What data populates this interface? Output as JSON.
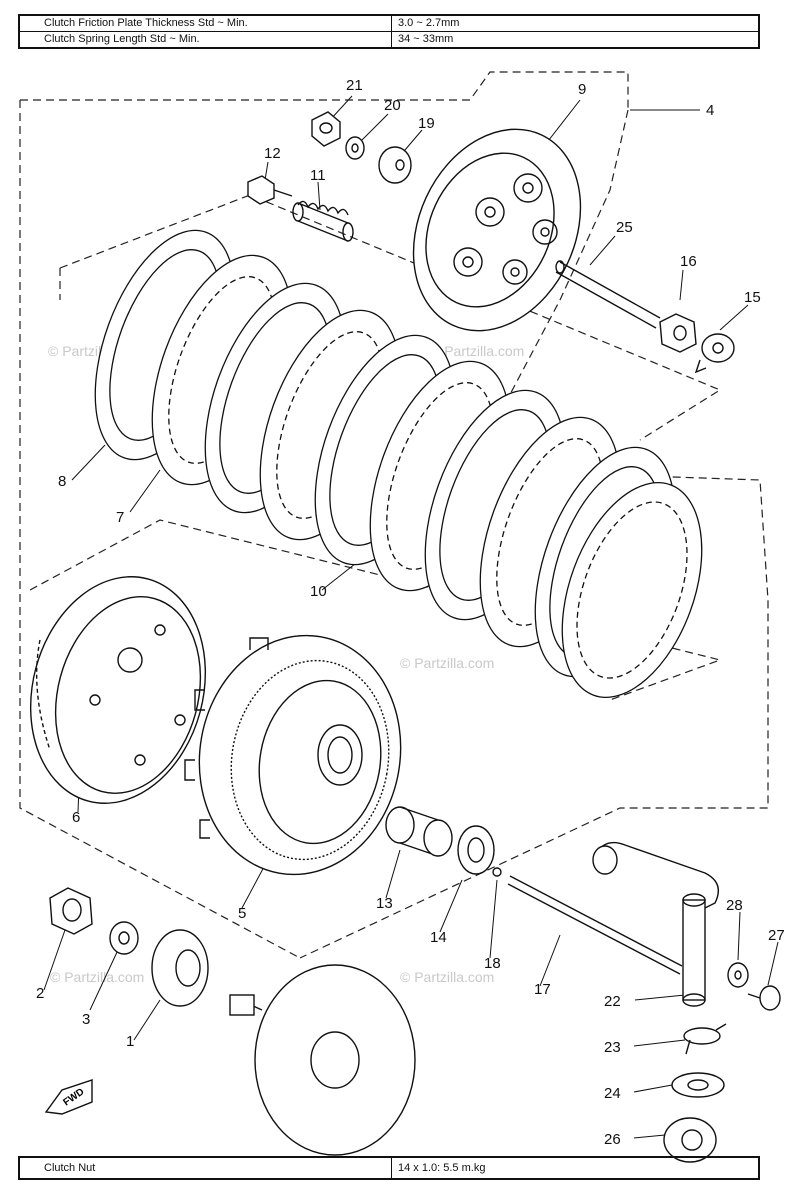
{
  "specs_top": [
    {
      "label": "Clutch Friction Plate Thickness Std ~ Min.",
      "value": "3.0 ~ 2.7mm"
    },
    {
      "label": "Clutch Spring Length Std ~ Min.",
      "value": "34 ~ 33mm"
    }
  ],
  "specs_bottom": [
    {
      "label": "Clutch Nut",
      "value": "14 x 1.0: 5.5 m.kg"
    }
  ],
  "callouts": [
    "1",
    "2",
    "3",
    "4",
    "5",
    "6",
    "7",
    "8",
    "9",
    "10",
    "11",
    "12",
    "13",
    "14",
    "15",
    "16",
    "17",
    "18",
    "19",
    "20",
    "21",
    "22",
    "23",
    "24",
    "25",
    "26",
    "27",
    "28"
  ],
  "fwd_label": "FWD",
  "watermark": "© Partzilla.com"
}
